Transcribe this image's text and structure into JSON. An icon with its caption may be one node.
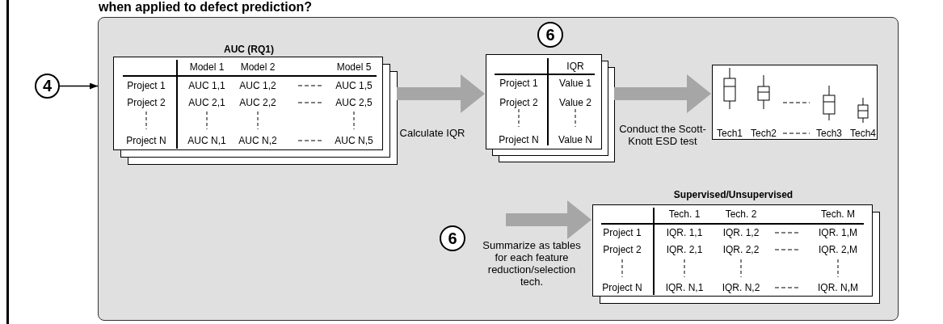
{
  "diagram": {
    "title": "when applied to defect prediction?",
    "nodes": [
      {
        "text": [],
        "shape": "box"
      },
      {
        "text": [
          "4"
        ]
      },
      {
        "text": [
          "AUC (RQ1)",
          "Model 1",
          "Model 2",
          "Model 5",
          "Project 1",
          "AUC 1,1",
          "AUC 1,2",
          "AUC 1,5",
          "Project 2",
          "AUC 2,1",
          "AUC 2,2",
          "AUC 2,5",
          "Project N",
          "AUC N,1",
          "AUC N,2",
          "AUC N,5"
        ],
        "in": 0
      },
      {
        "text": [
          "6"
        ],
        "in": 0
      },
      {
        "text": [
          "IQR",
          "Project 1",
          "Value 1",
          "Project 2",
          "Value 2",
          "Project N",
          "Value N"
        ],
        "in": 0
      },
      {
        "text": [
          "Tech1",
          "Tech2",
          "Tech3",
          "Tech4"
        ],
        "in": 0
      },
      {
        "text": [
          "6"
        ],
        "in": 0
      },
      {
        "text": [
          "Supervised/Unsupervised",
          "Tech. 1",
          "Tech. 2",
          "Tech. M",
          "Project 1",
          "IQR. 1,1",
          "IQR. 1,2",
          "IQR. 1,M",
          "Project 2",
          "IQR. 2,1",
          "IQR. 2,2",
          "IQR. 2,M",
          "Project N",
          "IQR. N,1",
          "IQR. N,2",
          "IQR. N,M"
        ],
        "in": 0
      }
    ],
    "edges": [
      {
        "from": 1,
        "to": 0,
        "arrow": "to",
        "color": "#000000"
      },
      {
        "from": 2,
        "to": 4,
        "arrow": "to",
        "label": "Calculate IQR"
      },
      {
        "from": 4,
        "to": 5,
        "arrow": "to",
        "label": "Conduct the Scott-Knott ESD test"
      },
      {
        "from": null,
        "to": 7,
        "arrow": "to",
        "label": "Summarize as tables for each feature reduction/selection tech."
      }
    ]
  }
}
